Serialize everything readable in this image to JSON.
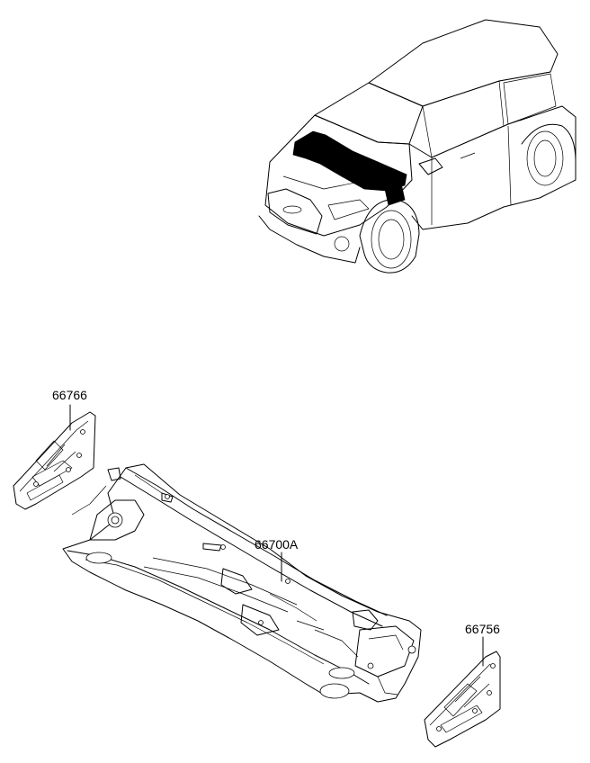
{
  "parts": [
    {
      "part_number": "66766"
    },
    {
      "part_number": "66700A"
    },
    {
      "part_number": "66756"
    }
  ]
}
